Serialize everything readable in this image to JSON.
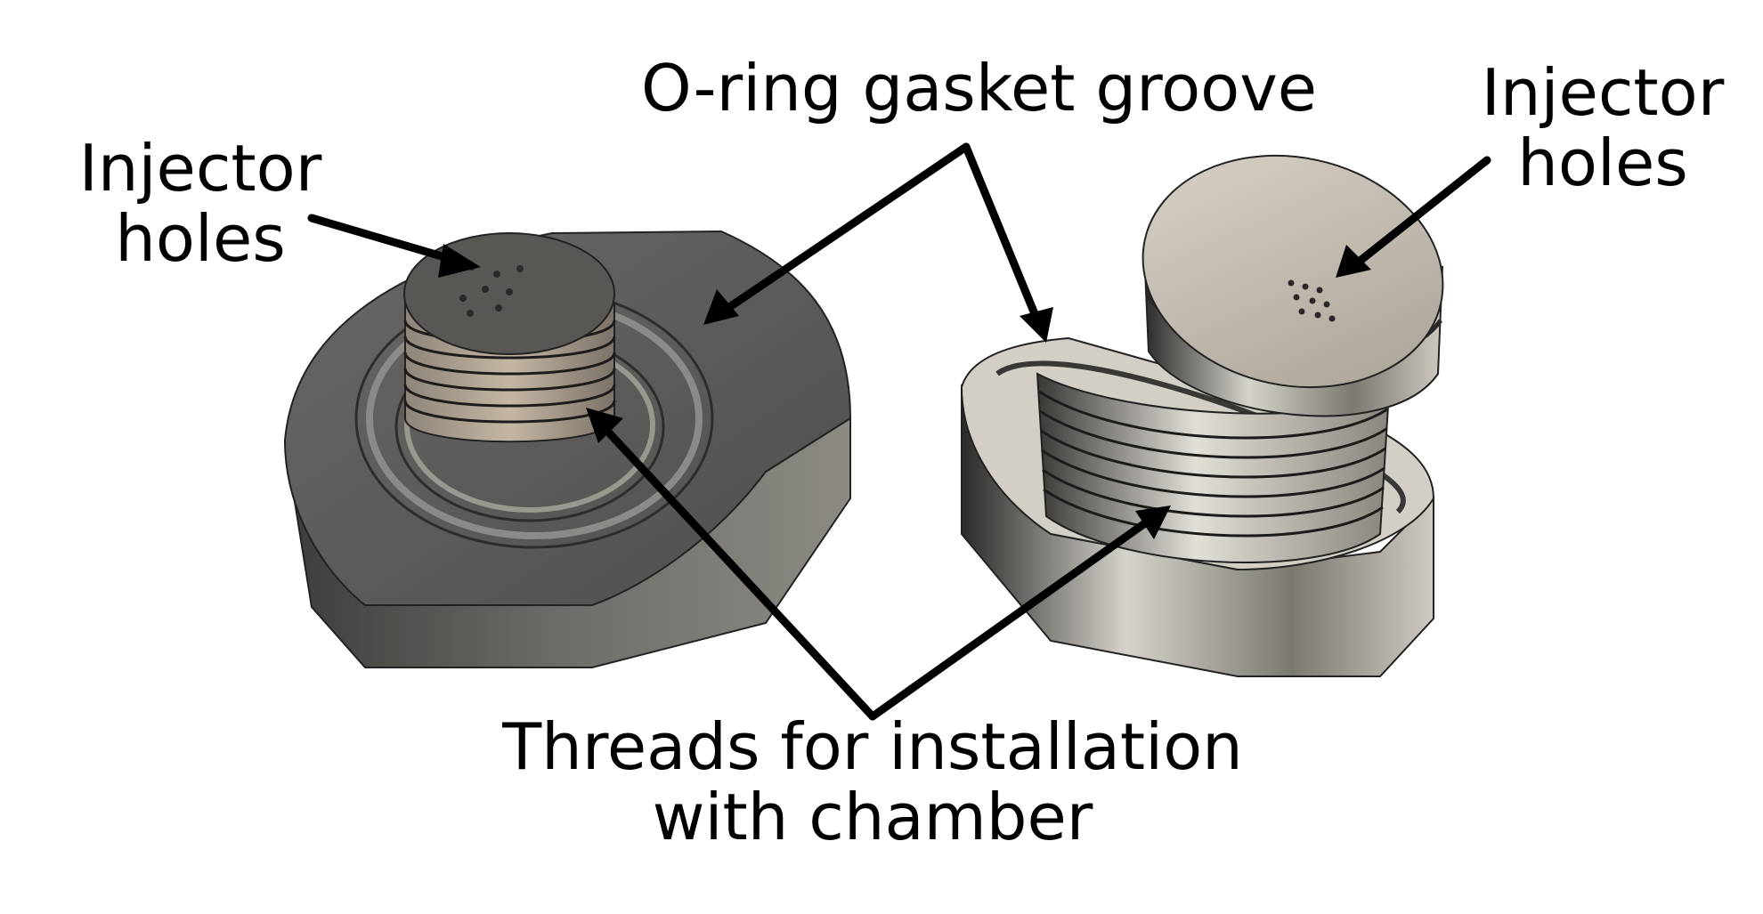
{
  "labels": {
    "injector_left": {
      "line1": "Injector",
      "line2": "holes"
    },
    "oring": "O-ring gasket groove",
    "injector_right": {
      "line1": "Injector",
      "line2": "holes"
    },
    "threads": {
      "line1": "Threads for installation",
      "line2": "with chamber"
    }
  },
  "colors": {
    "left_part": "#5b5a58",
    "right_part": "#b9b3a9",
    "arrow": "#000000",
    "background": "#ffffff"
  }
}
